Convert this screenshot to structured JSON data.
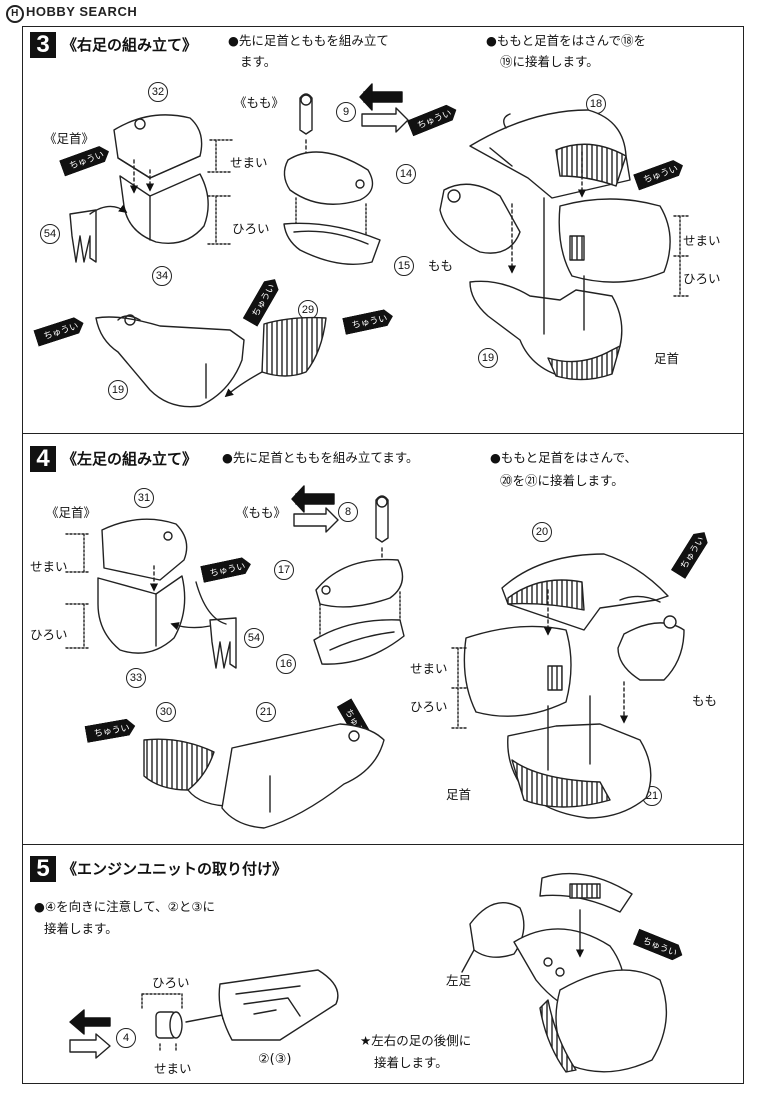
{
  "watermark": "HOBBY SEARCH",
  "steps": [
    {
      "number": "3",
      "title": "《右足の組み立て》",
      "notes": [
        "●先に足首とももを組み立て",
        "ます。",
        "●ももと足首をはさんで⑱を",
        "⑲に接着します。"
      ],
      "labels": {
        "ashikubi_left": "《足首》",
        "momo_top": "《もも》",
        "semai_1": "せまい",
        "hiroi_1": "ひろい",
        "semai_2": "せまい",
        "hiroi_2": "ひろい",
        "momo_right": "もも",
        "ashikubi_right": "足首"
      },
      "parts": [
        "32",
        "54",
        "34",
        "9",
        "14",
        "15",
        "29",
        "19",
        "18",
        "19"
      ],
      "caution": "ちゅうい"
    },
    {
      "number": "4",
      "title": "《左足の組み立て》",
      "notes": [
        "●先に足首とももを組み立てます。",
        "●ももと足首をはさんで、",
        "⑳を㉑に接着します。"
      ],
      "labels": {
        "ashikubi_left": "《足首》",
        "momo_top": "《もも》",
        "semai_1": "せまい",
        "hiroi_1": "ひろい",
        "semai_2": "せまい",
        "hiroi_2": "ひろい",
        "momo_right": "もも",
        "ashikubi_right": "足首"
      },
      "parts": [
        "31",
        "33",
        "54",
        "8",
        "17",
        "16",
        "30",
        "21",
        "20",
        "21"
      ],
      "caution": "ちゅうい"
    },
    {
      "number": "5",
      "title": "《エンジンユニットの取り付け》",
      "notes": [
        "●④を向きに注意して、②と③に",
        "接着します。"
      ],
      "labels": {
        "hiroi": "ひろい",
        "semai": "せまい",
        "hidari_ashi": "左足",
        "part_pair": "②(③)"
      },
      "parts": [
        "4"
      ],
      "star_note": [
        "★左右の足の後側に",
        "接着します。"
      ],
      "caution": "ちゅうい"
    }
  ]
}
